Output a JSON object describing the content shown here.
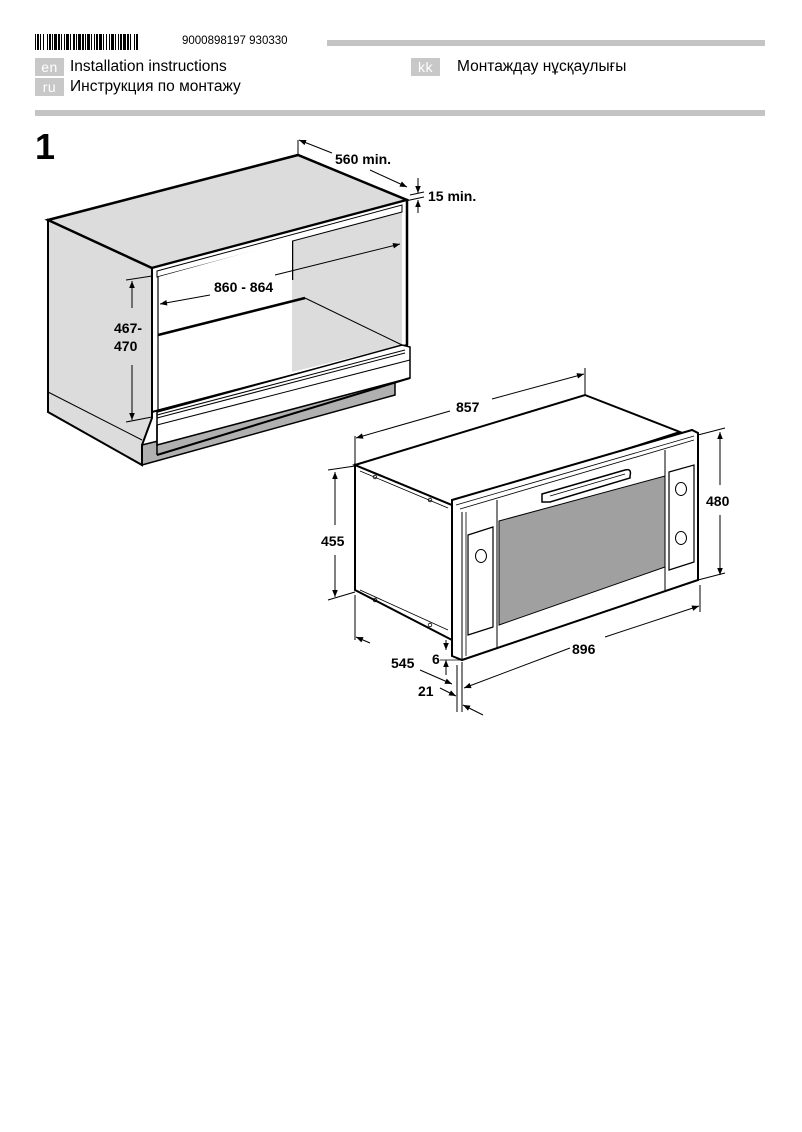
{
  "header": {
    "barcode_number": "9000898197 930330",
    "languages": [
      {
        "code": "en",
        "label": "Installation instructions"
      },
      {
        "code": "ru",
        "label": "Инструкция по монтажу"
      },
      {
        "code": "kk",
        "label": "Монтаждау нұсқаулығы"
      }
    ]
  },
  "figure": {
    "step_number": "1",
    "cabinet_dimensions": {
      "depth": "560 min.",
      "top_gap": "15 min.",
      "width": "860 - 864",
      "height_line1": "467-",
      "height_line2": "470"
    },
    "oven_dimensions": {
      "body_width": "857",
      "body_height": "455",
      "front_height": "480",
      "front_width": "896",
      "body_depth": "545",
      "bottom_offset": "6",
      "front_thickness": "21"
    }
  },
  "colors": {
    "rule_gray": "#c4c4c4",
    "badge_gray": "#c8c8c8",
    "cabinet_fill": "#dcdcdc",
    "glass_fill": "#a0a0a0",
    "plinth_fill": "#b0b0b0"
  }
}
